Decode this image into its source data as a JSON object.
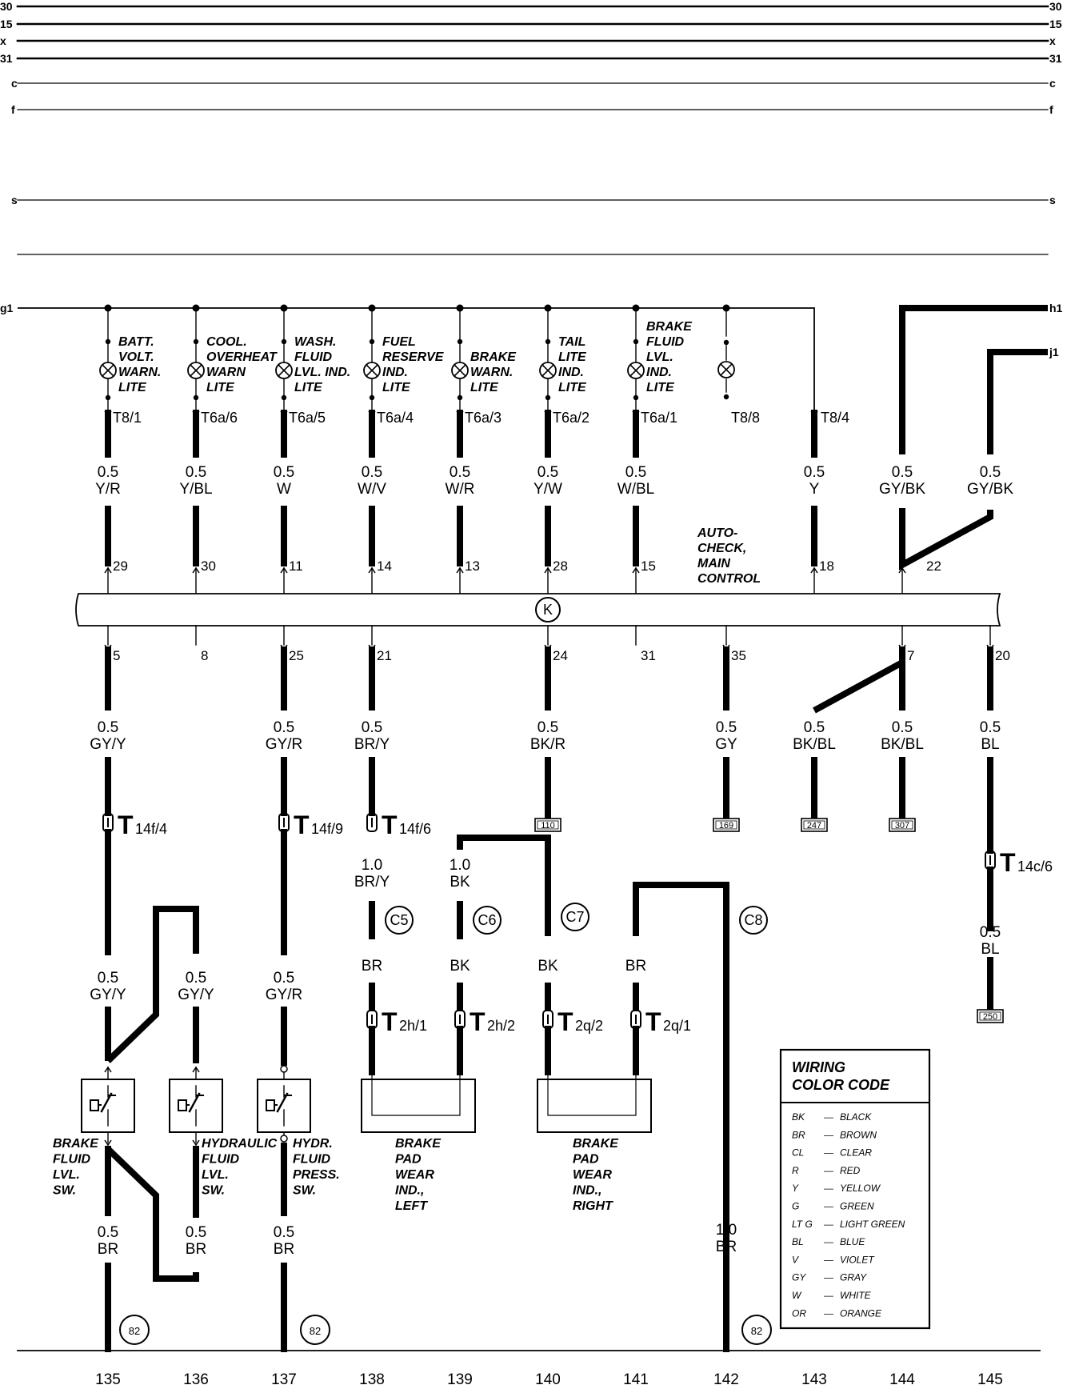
{
  "rails": [
    {
      "left": "30",
      "right": "30"
    },
    {
      "left": "15",
      "right": "15"
    },
    {
      "left": "x",
      "right": "x"
    },
    {
      "left": "31",
      "right": "31"
    },
    {
      "left": "c",
      "right": "c"
    },
    {
      "left": "f",
      "right": "f"
    },
    {
      "left": "s",
      "right": "s"
    }
  ],
  "g1_label": "g1",
  "h1_label": "h1",
  "j1_label": "j1",
  "lamps": [
    {
      "name": "BATT. VOLT. WARN. LITE",
      "lines": [
        "BATT.",
        "VOLT.",
        "WARN.",
        "LITE"
      ],
      "conn": "T8/1"
    },
    {
      "name": "COOL. OVERHEAT WARN LITE",
      "lines": [
        "COOL.",
        "OVERHEAT",
        "WARN",
        "LITE"
      ],
      "conn": "T6a/6"
    },
    {
      "name": "WASH. FLUID LVL. IND. LITE",
      "lines": [
        "WASH.",
        "FLUID",
        "LVL. IND.",
        "LITE"
      ],
      "conn": "T6a/5"
    },
    {
      "name": "FUEL RESERVE IND. LITE",
      "lines": [
        "FUEL",
        "RESERVE",
        "IND.",
        "LITE"
      ],
      "conn": "T6a/4"
    },
    {
      "name": "BRAKE WARN. LITE",
      "lines": [
        "BRAKE",
        "WARN.",
        "LITE"
      ],
      "conn": "T6a/3"
    },
    {
      "name": "TAIL LITE IND. LITE",
      "lines": [
        "TAIL",
        "LITE",
        "IND.",
        "LITE"
      ],
      "conn": "T6a/2"
    },
    {
      "name": "BRAKE FLUID LVL. IND. LITE",
      "lines": [
        "BRAKE",
        "FLUID",
        "LVL.",
        "IND.",
        "LITE"
      ],
      "conn": "T6a/1"
    },
    {
      "name": "",
      "lines": [],
      "conn": "T8/8"
    }
  ],
  "t84_conn": "T8/4",
  "upper_wires": [
    {
      "size": "0.5",
      "color": "Y/R",
      "pin": "29"
    },
    {
      "size": "0.5",
      "color": "Y/BL",
      "pin": "30"
    },
    {
      "size": "0.5",
      "color": "W",
      "pin": "11"
    },
    {
      "size": "0.5",
      "color": "W/V",
      "pin": "14"
    },
    {
      "size": "0.5",
      "color": "W/R",
      "pin": "13"
    },
    {
      "size": "0.5",
      "color": "Y/W",
      "pin": "28"
    },
    {
      "size": "0.5",
      "color": "W/BL",
      "pin": "15"
    },
    {
      "size": "0.5",
      "color": "Y",
      "pin": "18"
    },
    {
      "size": "0.5",
      "color": "GY/BK",
      "pin": "22"
    },
    {
      "size": "0.5",
      "color": "GY/BK",
      "pin": ""
    }
  ],
  "module": {
    "lines": [
      "AUTO-",
      "CHECK,",
      "MAIN",
      "CONTROL"
    ],
    "symbol": "K"
  },
  "lower_pins": [
    "5",
    "8",
    "25",
    "21",
    "24",
    "31",
    "35",
    "7",
    "20"
  ],
  "lower_wires": [
    {
      "size": "0.5",
      "color": "GY/Y"
    },
    {
      "size": "0.5",
      "color": "GY/R"
    },
    {
      "size": "0.5",
      "color": "BR/Y"
    },
    {
      "size": "0.5",
      "color": "BK/R"
    },
    {
      "size": "0.5",
      "color": "GY"
    },
    {
      "size": "0.5",
      "color": "BK/BL"
    },
    {
      "size": "0.5",
      "color": "BK/BL"
    },
    {
      "size": "0.5",
      "color": "BL"
    }
  ],
  "refs": [
    "110",
    "169",
    "247",
    "307",
    "250"
  ],
  "t14": [
    {
      "main": "T",
      "sub": "14f/4"
    },
    {
      "main": "T",
      "sub": "14f/9"
    },
    {
      "main": "T",
      "sub": "14f/6"
    },
    {
      "main": "T",
      "sub": "14c/6"
    }
  ],
  "mid_wires": [
    {
      "size": "1.0",
      "color": "BR/Y"
    },
    {
      "size": "1.0",
      "color": "BK"
    },
    {
      "size": "0.5",
      "color": "BL"
    }
  ],
  "splices": [
    "C5",
    "C6",
    "C7",
    "C8"
  ],
  "splice_colors": [
    "BR",
    "BK",
    "BK",
    "BR"
  ],
  "t2": [
    {
      "main": "T",
      "sub": "2h/1"
    },
    {
      "main": "T",
      "sub": "2h/2"
    },
    {
      "main": "T",
      "sub": "2q/2"
    },
    {
      "main": "T",
      "sub": "2q/1"
    }
  ],
  "sw_wires": [
    {
      "size": "0.5",
      "color": "GY/Y"
    },
    {
      "size": "0.5",
      "color": "GY/Y"
    },
    {
      "size": "0.5",
      "color": "GY/R"
    }
  ],
  "switches": [
    {
      "lines": [
        "BRAKE",
        "FLUID",
        "LVL.",
        "SW."
      ]
    },
    {
      "lines": [
        "HYDRAULIC",
        "FLUID",
        "LVL.",
        "SW."
      ]
    },
    {
      "lines": [
        "HYDR.",
        "FLUID",
        "PRESS.",
        "SW."
      ]
    }
  ],
  "pads": [
    {
      "lines": [
        "BRAKE",
        "PAD",
        "WEAR",
        "IND.,",
        "LEFT"
      ]
    },
    {
      "lines": [
        "BRAKE",
        "PAD",
        "WEAR",
        "IND.,",
        "RIGHT"
      ]
    }
  ],
  "bottom_wires": [
    {
      "size": "0.5",
      "color": "BR"
    },
    {
      "size": "0.5",
      "color": "BR"
    },
    {
      "size": "0.5",
      "color": "BR"
    },
    {
      "size": "1.0",
      "color": "BR"
    }
  ],
  "grounds": [
    "82",
    "82",
    "82"
  ],
  "columns": [
    "135",
    "136",
    "137",
    "138",
    "139",
    "140",
    "141",
    "142",
    "143",
    "144",
    "145"
  ],
  "legend": {
    "title_lines": [
      "WIRING",
      "COLOR CODE"
    ],
    "items": [
      {
        "code": "BK",
        "name": "BLACK"
      },
      {
        "code": "BR",
        "name": "BROWN"
      },
      {
        "code": "CL",
        "name": "CLEAR"
      },
      {
        "code": "R",
        "name": "RED"
      },
      {
        "code": "Y",
        "name": "YELLOW"
      },
      {
        "code": "G",
        "name": "GREEN"
      },
      {
        "code": "LT G",
        "name": "LIGHT GREEN"
      },
      {
        "code": "BL",
        "name": "BLUE"
      },
      {
        "code": "V",
        "name": "VIOLET"
      },
      {
        "code": "GY",
        "name": "GRAY"
      },
      {
        "code": "W",
        "name": "WHITE"
      },
      {
        "code": "OR",
        "name": "ORANGE"
      }
    ]
  }
}
